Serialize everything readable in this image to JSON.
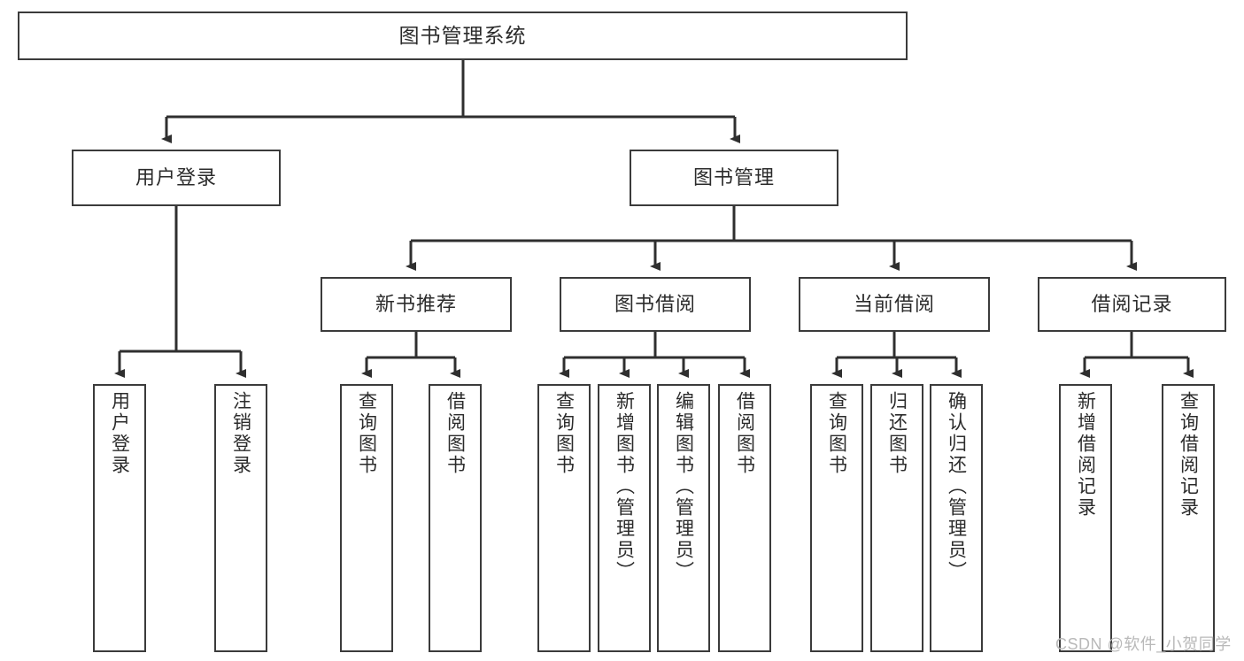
{
  "diagram": {
    "title": "图书管理系统",
    "type": "tree-hierarchy-diagram",
    "colors": {
      "box_border": "#3b3b3b",
      "box_fill": "#ffffff",
      "connector": "#2f2f2f",
      "text": "#2b2b2b",
      "watermark": "#b9b9b9"
    },
    "levels": {
      "level1": [
        {
          "id": "root",
          "label": "图书管理系统"
        }
      ],
      "level2": [
        {
          "id": "user-login",
          "label": "用户登录"
        },
        {
          "id": "book-manage",
          "label": "图书管理"
        }
      ],
      "level3": [
        {
          "id": "new-book-recommend",
          "label": "新书推荐"
        },
        {
          "id": "book-borrow",
          "label": "图书借阅"
        },
        {
          "id": "current-borrow",
          "label": "当前借阅"
        },
        {
          "id": "borrow-record",
          "label": "借阅记录"
        }
      ],
      "level4": [
        {
          "id": "leaf-user-login",
          "label": "用户登录",
          "parent": "user-login"
        },
        {
          "id": "leaf-logout-login",
          "label": "注销登录",
          "parent": "user-login"
        },
        {
          "id": "leaf-query-book-1",
          "label": "查询图书",
          "parent": "new-book-recommend"
        },
        {
          "id": "leaf-borrow-book-1",
          "label": "借阅图书",
          "parent": "new-book-recommend"
        },
        {
          "id": "leaf-query-book-2",
          "label": "查询图书",
          "parent": "book-borrow"
        },
        {
          "id": "leaf-add-book",
          "label": "新增图书（管理员）",
          "parent": "book-borrow"
        },
        {
          "id": "leaf-edit-book",
          "label": "编辑图书（管理员）",
          "parent": "book-borrow"
        },
        {
          "id": "leaf-borrow-book-2",
          "label": "借阅图书",
          "parent": "book-borrow"
        },
        {
          "id": "leaf-query-book-3",
          "label": "查询图书",
          "parent": "current-borrow"
        },
        {
          "id": "leaf-return-book",
          "label": "归还图书",
          "parent": "current-borrow"
        },
        {
          "id": "leaf-confirm-return",
          "label": "确认归还（管理员）",
          "parent": "current-borrow"
        },
        {
          "id": "leaf-add-record",
          "label": "新增借阅记录",
          "parent": "borrow-record"
        },
        {
          "id": "leaf-query-record",
          "label": "查询借阅记录",
          "parent": "borrow-record"
        }
      ]
    }
  },
  "watermark": {
    "text": "CSDN @软件_小贺同学"
  }
}
